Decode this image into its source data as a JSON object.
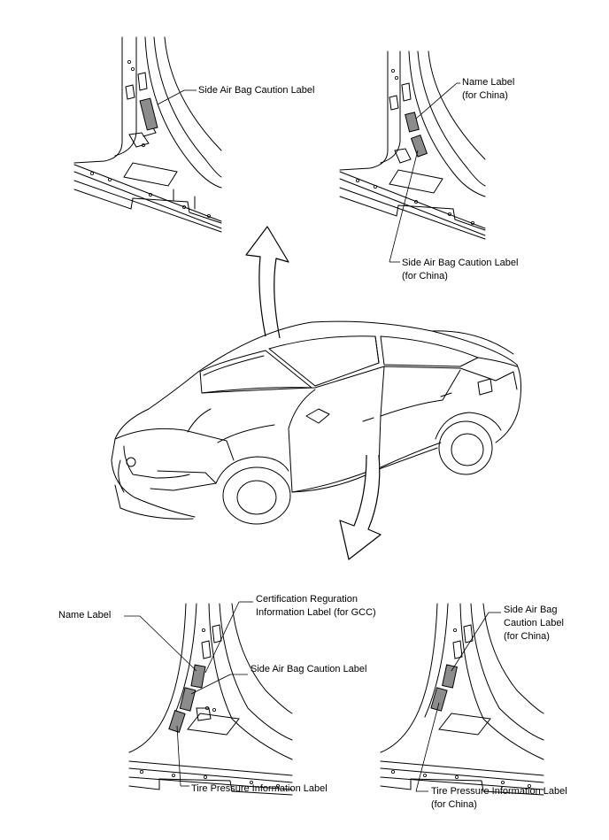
{
  "labels": {
    "tl_side_airbag": "Side Air Bag Caution Label",
    "tr_name_label_l1": "Name Label",
    "tr_name_label_l2": "(for China)",
    "tr_side_airbag_l1": "Side Air Bag Caution Label",
    "tr_side_airbag_l2": "(for China)",
    "bl_name_label": "Name Label",
    "bl_cert_l1": "Certification Reguration",
    "bl_cert_l2": "Information Label (for GCC)",
    "bl_side_airbag": "Side Air Bag Caution Label",
    "bl_tire_pressure": "Tire Pressure Information Label",
    "br_side_airbag_l1": "Side Air Bag",
    "br_side_airbag_l2": "Caution Label",
    "br_side_airbag_l3": "(for China)",
    "br_tire_pressure_l1": "Tire Pressure Information Label",
    "br_tire_pressure_l2": "(for China)"
  },
  "colors": {
    "line": "#000000",
    "label_fill": "#8c8c8c",
    "background": "#ffffff"
  }
}
